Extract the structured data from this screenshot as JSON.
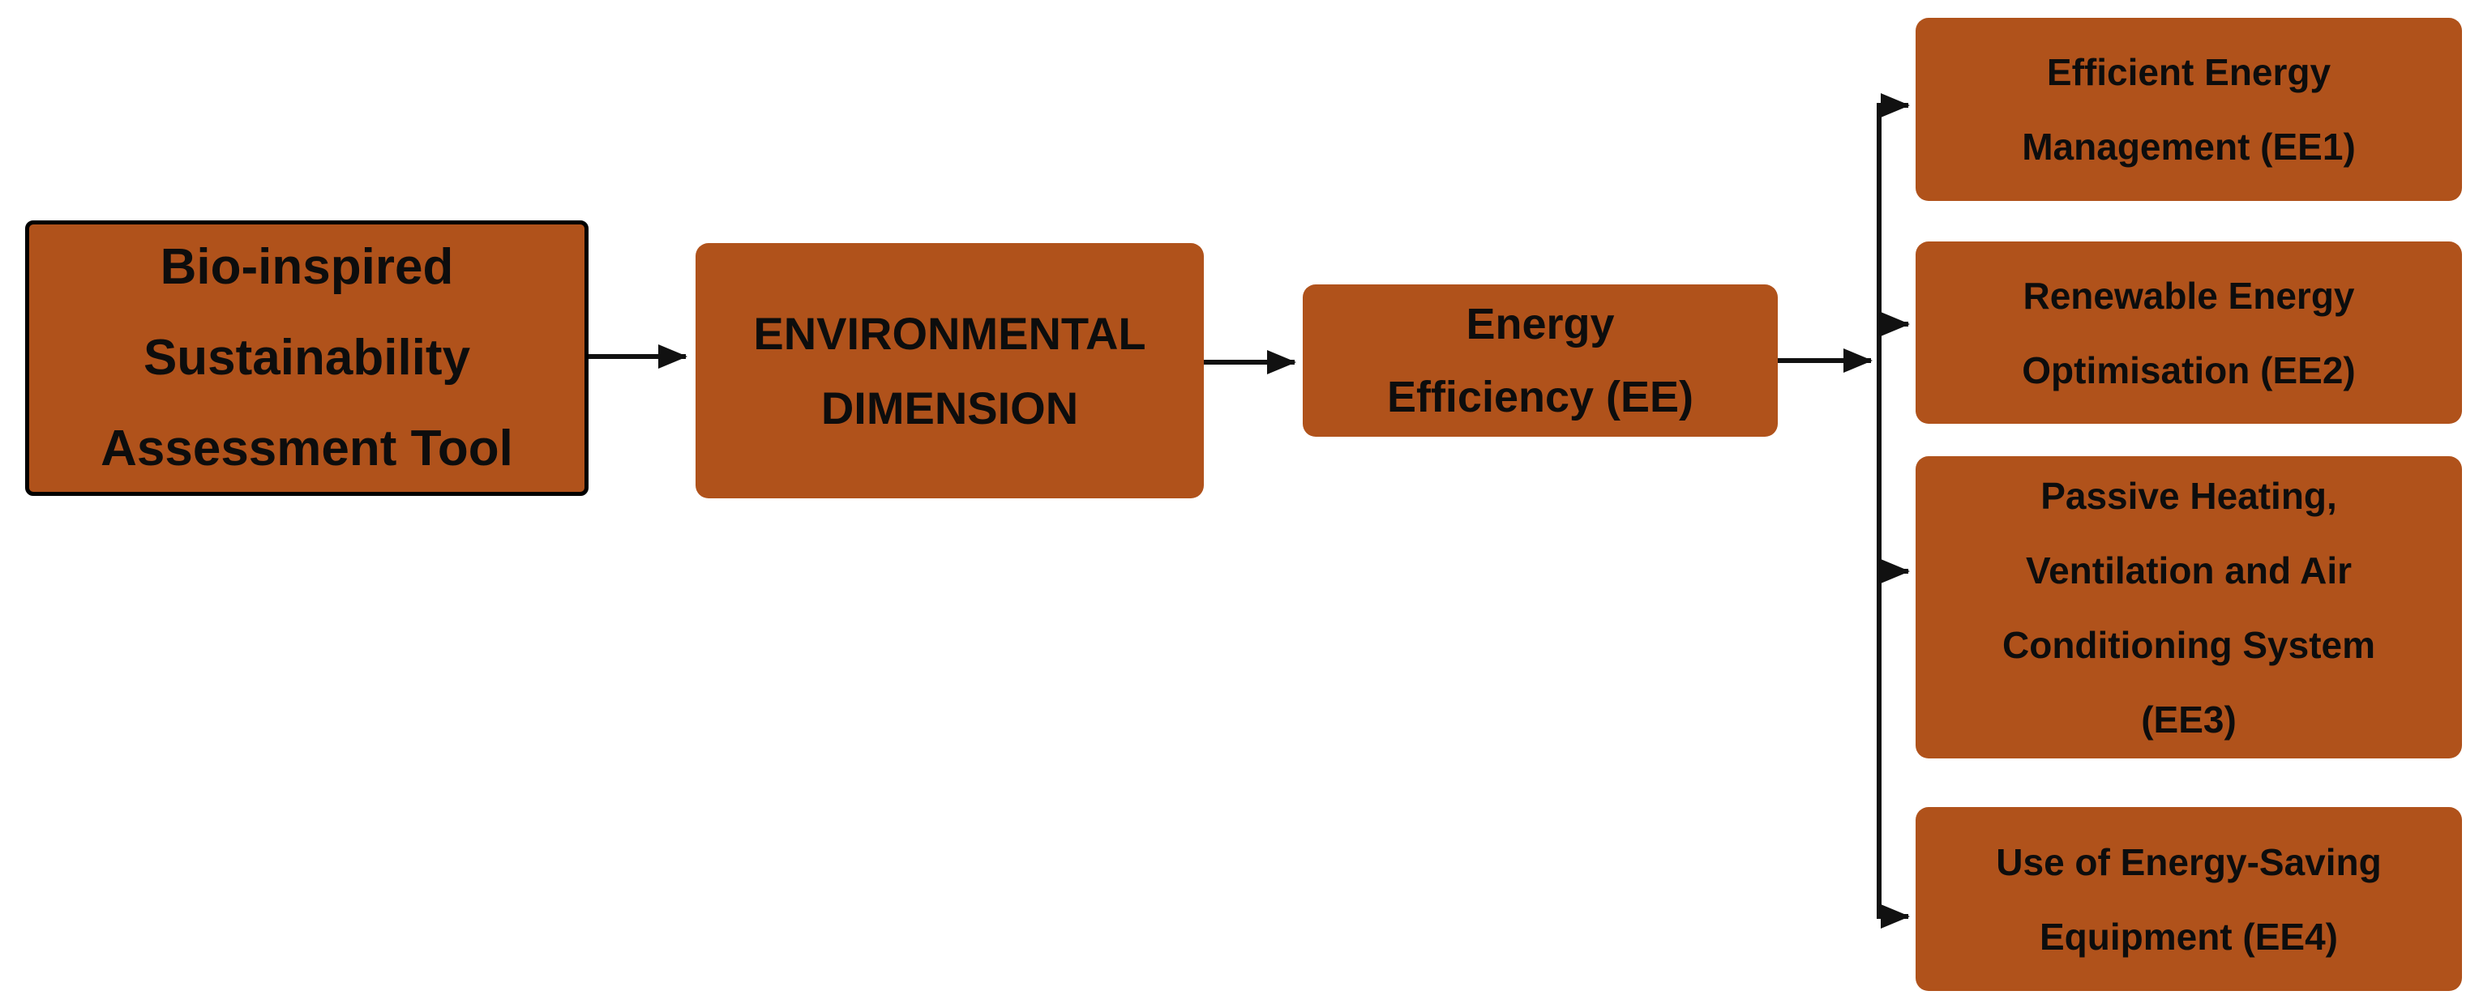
{
  "colors": {
    "box_fill": "#b0521b",
    "root_border": "#000000",
    "arrow": "#111111",
    "text": "#0d0d0d",
    "background": "#ffffff"
  },
  "nodes": {
    "root": {
      "label": "Bio-inspired\nSustainability\nAssessment Tool"
    },
    "dimension": {
      "label": "ENVIRONMENTAL\nDIMENSION"
    },
    "category": {
      "label": "Energy\nEfficiency (EE)"
    },
    "criteria": [
      {
        "id": "EE1",
        "label": "Efficient Energy\nManagement (EE1)"
      },
      {
        "id": "EE2",
        "label": "Renewable Energy\nOptimisation (EE2)"
      },
      {
        "id": "EE3",
        "label": "Passive Heating,\nVentilation and Air\nConditioning System\n(EE3)"
      },
      {
        "id": "EE4",
        "label": "Use of Energy-Saving\nEquipment (EE4)"
      }
    ]
  },
  "edges": [
    {
      "from": "Bio-inspired Sustainability Assessment Tool",
      "to": "ENVIRONMENTAL DIMENSION"
    },
    {
      "from": "ENVIRONMENTAL DIMENSION",
      "to": "Energy Efficiency (EE)"
    },
    {
      "from": "Energy Efficiency (EE)",
      "to": "Efficient Energy Management (EE1)"
    },
    {
      "from": "Energy Efficiency (EE)",
      "to": "Renewable Energy Optimisation (EE2)"
    },
    {
      "from": "Energy Efficiency (EE)",
      "to": "Passive Heating, Ventilation and Air Conditioning System (EE3)"
    },
    {
      "from": "Energy Efficiency (EE)",
      "to": "Use of Energy-Saving Equipment (EE4)"
    }
  ]
}
